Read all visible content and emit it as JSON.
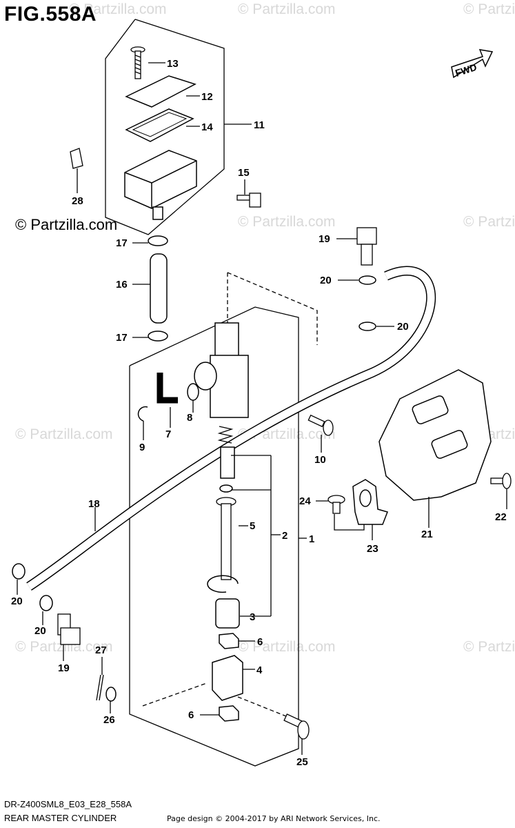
{
  "figure": {
    "title": "FIG.558A",
    "model_code": "DR-Z400SML8_E03_E28_558A",
    "section_name": "REAR MASTER CYLINDER",
    "credit": "Page design © 2004-2017 by ARI Network Services, Inc.",
    "direction_label": "FWD"
  },
  "watermark": {
    "text": "© Partzilla.com",
    "short_text": "© Partzilla"
  },
  "callouts": [
    "1",
    "2",
    "3",
    "4",
    "5",
    "6",
    "6",
    "7",
    "8",
    "9",
    "10",
    "11",
    "12",
    "13",
    "14",
    "15",
    "16",
    "17",
    "17",
    "18",
    "19",
    "19",
    "20",
    "20",
    "20",
    "20",
    "21",
    "22",
    "23",
    "24",
    "25",
    "26",
    "27",
    "28"
  ]
}
